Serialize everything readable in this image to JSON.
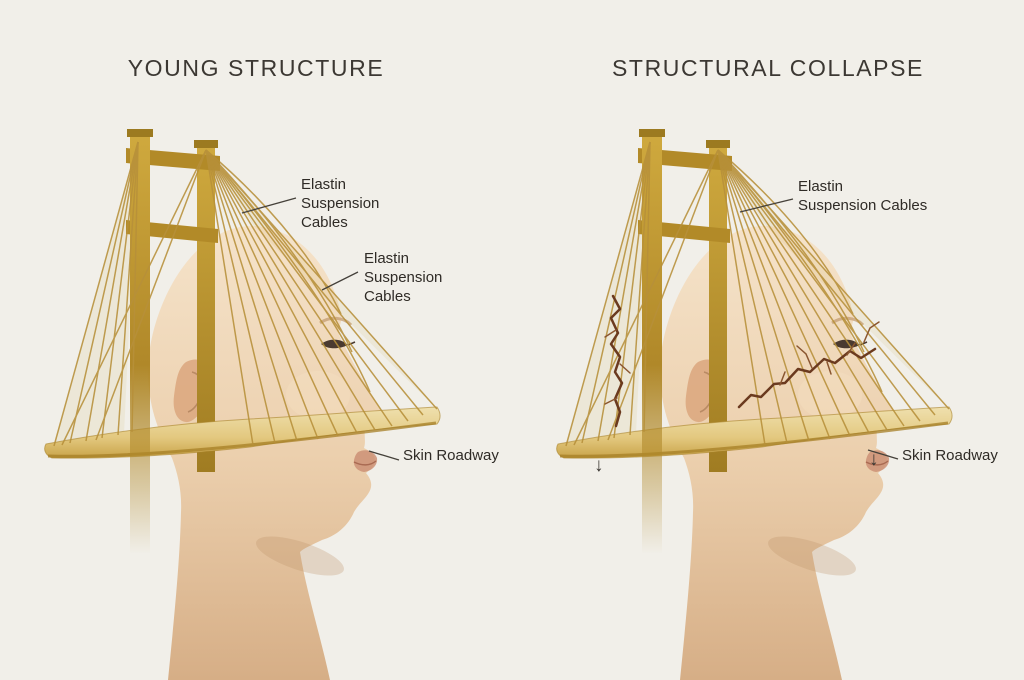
{
  "panels": {
    "left": {
      "title": "YOUNG STRUCTURE",
      "labels": {
        "cables_top": "Elastin\nSuspension\nCables",
        "cables_mid": "Elastin\nSuspension\nCables",
        "roadway": "Skin Roadway"
      }
    },
    "right": {
      "title": "STRUCTURAL COLLAPSE",
      "labels": {
        "cables_top": "Elastin\nSuspension Cables",
        "roadway": "Skin Roadway"
      },
      "arrow_down": "↓"
    }
  },
  "colors": {
    "background": "#f1efe9",
    "gold_cable": "#b7903a",
    "gold_pylon": "#b28a28",
    "deck_cream": "#e3c87f",
    "skin": "#e8c9a6",
    "crack_brown": "#6b3a1f",
    "text": "#35312b"
  }
}
